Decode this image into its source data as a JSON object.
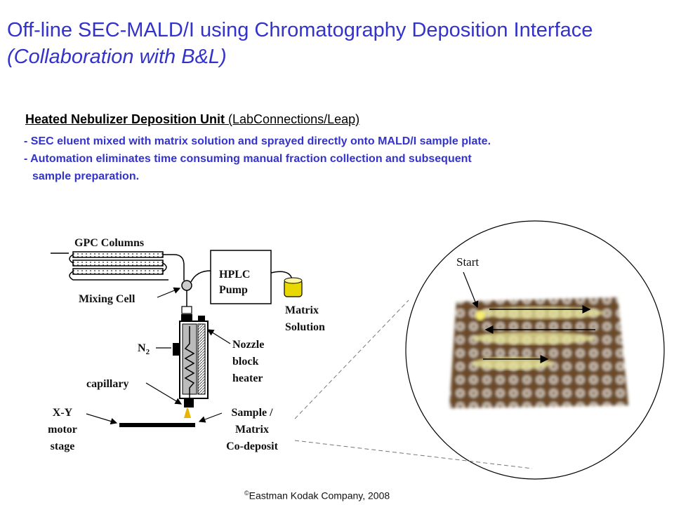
{
  "title": {
    "line1": "Off-line SEC-MALD/I using Chromatography Deposition Interface",
    "line2": "(Collaboration with B&L)"
  },
  "section": {
    "heading_bold": "Heated Nebulizer Deposition Unit",
    "heading_rest": " (LabConnections/Leap)",
    "bullet1": "- SEC eluent mixed with matrix solution and sprayed directly onto MALD/I sample plate.",
    "bullet2": "- Automation eliminates time consuming manual fraction collection and subsequent",
    "bullet2_cont": "sample preparation."
  },
  "diagram": {
    "gpc_columns": "GPC Columns",
    "hplc_pump_1": "HPLC",
    "hplc_pump_2": "Pump",
    "mixing_cell": "Mixing Cell",
    "matrix_solution_1": "Matrix",
    "matrix_solution_2": "Solution",
    "n2": "N",
    "n2_sub": "2",
    "nozzle_1": "Nozzle",
    "nozzle_2": "block",
    "nozzle_3": "heater",
    "capillary": "capillary",
    "xy_1": "X-Y",
    "xy_2": "motor",
    "xy_3": "stage",
    "sample_1": "Sample /",
    "sample_2": "Matrix",
    "sample_3": "Co-deposit",
    "start": "Start"
  },
  "footer": {
    "copyright_symbol": "©",
    "text": "Eastman Kodak Company, 2008"
  }
}
